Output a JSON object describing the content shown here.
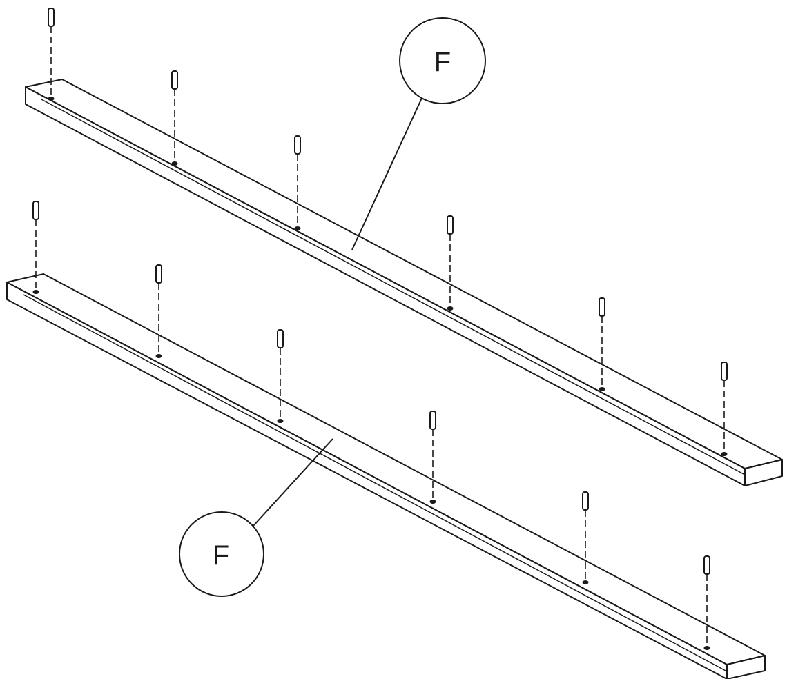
{
  "diagram": {
    "callouts": [
      {
        "id": "upper",
        "label": "F"
      },
      {
        "id": "lower",
        "label": "F"
      }
    ],
    "parts": [
      {
        "id": "upper-rail",
        "pin_count": 6
      },
      {
        "id": "lower-rail",
        "pin_count": 6
      }
    ]
  },
  "colors": {
    "stroke": "#1a1a1a",
    "background": "#ffffff"
  }
}
